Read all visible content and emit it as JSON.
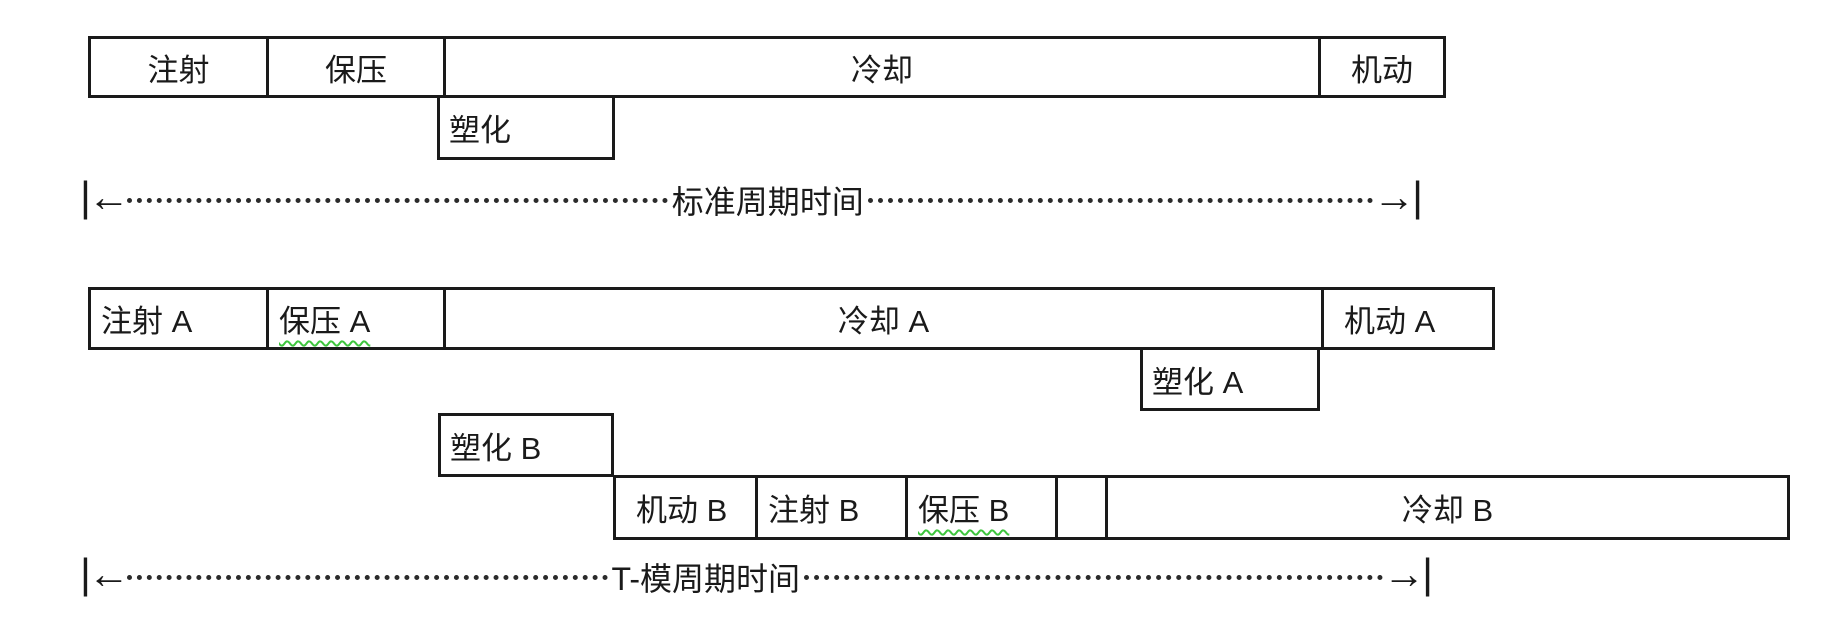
{
  "standard_cycle": {
    "segments": {
      "injection": "注射",
      "holding": "保压",
      "cooling": "冷却",
      "machine": "机动"
    },
    "plasticizing": "塑化",
    "timeline": "标准周期时间"
  },
  "t_mold_cycle": {
    "segments_a": {
      "injection": "注射 A",
      "holding": "保压 A",
      "cooling": "冷却 A",
      "machine": "机动 A"
    },
    "plasticizing_a": "塑化 A",
    "plasticizing_b": "塑化 B",
    "segments_b": {
      "machine": "机动 B",
      "injection": "注射 B",
      "holding": "保压 B",
      "cooling": "冷却 B"
    },
    "timeline": "T-模周期时间"
  },
  "arrows": {
    "left": "|←",
    "right": "→|"
  },
  "colors": {
    "background": "#ffffff",
    "border": "#1a1a1a",
    "text": "#1a1a1a",
    "squiggle": "#3ec53e"
  }
}
